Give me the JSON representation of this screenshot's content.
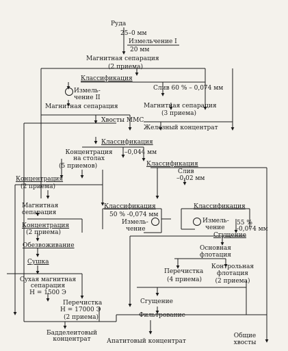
{
  "nodes": {
    "ore": "Руда",
    "ore_size": "25–0 мм",
    "grinding1": "Измельчение I",
    "grinding1_size": "20 мм",
    "magsep1": "Магнитная сепарация",
    "magsep1_stages": "(2 приема)",
    "classif1": "Классификация",
    "grinding2_a": "Измель-",
    "grinding2_b": "чение II",
    "overflow1": "Слив 60 % – 0,074 мм",
    "magsep2": "Магнитная сепарация",
    "magsep3": "Магнитная сепарация",
    "magsep3_stages": "(3 приема)",
    "mms_tails": "Хвосты ММС",
    "iron_conc": "Железный концентрат",
    "classif2": "Классификация",
    "size_044": "–0,044 мм",
    "table_conc_a": "Концентрация",
    "table_conc_b": "на столах",
    "table_conc_stages": "(5 приемов)",
    "classif3": "Классификация",
    "overflow2_a": "Слив",
    "overflow2_b": "–0,02 мм",
    "conc2": "Концентрация",
    "conc2_stages": "(2 приема)",
    "magsep4_a": "Магнитная",
    "magsep4_b": "сепарация",
    "conc3": "Концентрация",
    "conc3_stages": "(2 приема)",
    "classif4": "Классификация",
    "size_50": "50 % -0,074 мм",
    "grinding3_a": "Измель-",
    "grinding3_b": "чение",
    "classif5": "Классификация",
    "grinding4_a": "Измель-",
    "grinding4_b": "чение",
    "size_55_a": "55 %",
    "size_55_b": "-0,074 мм",
    "thickening1": "Сгущение",
    "dewatering": "Обезвоживание",
    "drying": "Сушка",
    "basic_flot_a": "Основная",
    "basic_flot_b": "флотация",
    "dry_magsep_a": "Сухая магнитная",
    "dry_magsep_b": "сепарация",
    "field1": "H = 1500 Э",
    "cleaning1": "Перечистка",
    "cleaning1_stages": "(4 приема)",
    "control_flot_a": "Контрольная",
    "control_flot_b": "флотация",
    "control_flot_stages": "(2 приема)",
    "cleaning2": "Перечистка",
    "field2": "H = 17000 Э",
    "cleaning2_stages": "(2 приема)",
    "thickening2": "Сгущение",
    "filtering": "Фильтрование",
    "badd_conc_a": "Бадделеитовый",
    "badd_conc_b": "концентрат",
    "apatite_conc": "Апатитовый концентрат",
    "general_tails_a": "Общие",
    "general_tails_b": "хвосты"
  }
}
